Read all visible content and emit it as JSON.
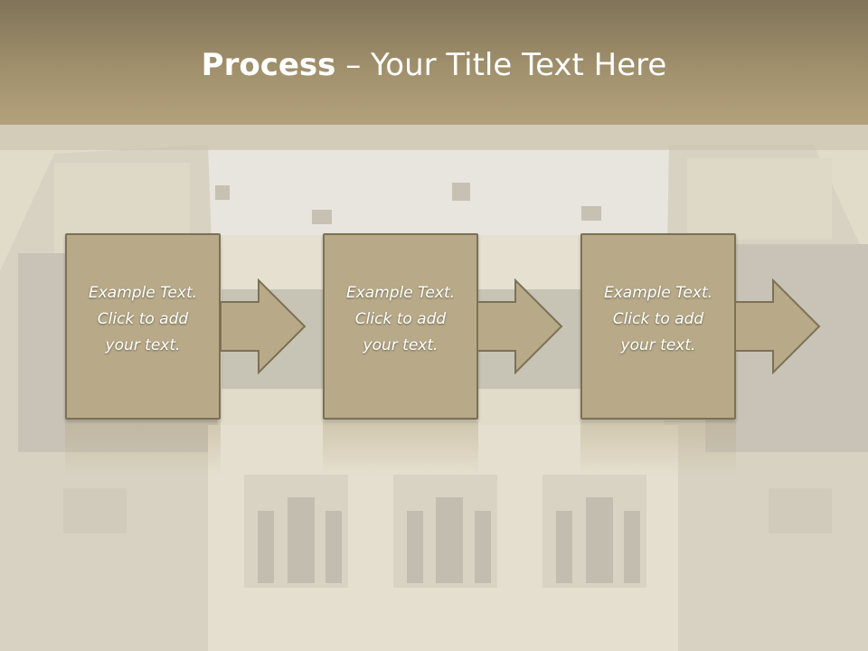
{
  "title": {
    "bold": "Process",
    "dash": " – ",
    "rest": "Your Title Text Here"
  },
  "steps": [
    {
      "line1": "Example Text.",
      "line2": "Click  to add",
      "line3": "your text."
    },
    {
      "line1": "Example Text.",
      "line2": "Click  to add",
      "line3": "your text."
    },
    {
      "line1": "Example Text.",
      "line2": "Click  to add",
      "line3": "your text."
    }
  ],
  "colors": {
    "box_fill": "#b8aa88",
    "box_border": "#7d7155",
    "title_bar": "#a0906c",
    "title_text": "#ffffff"
  }
}
